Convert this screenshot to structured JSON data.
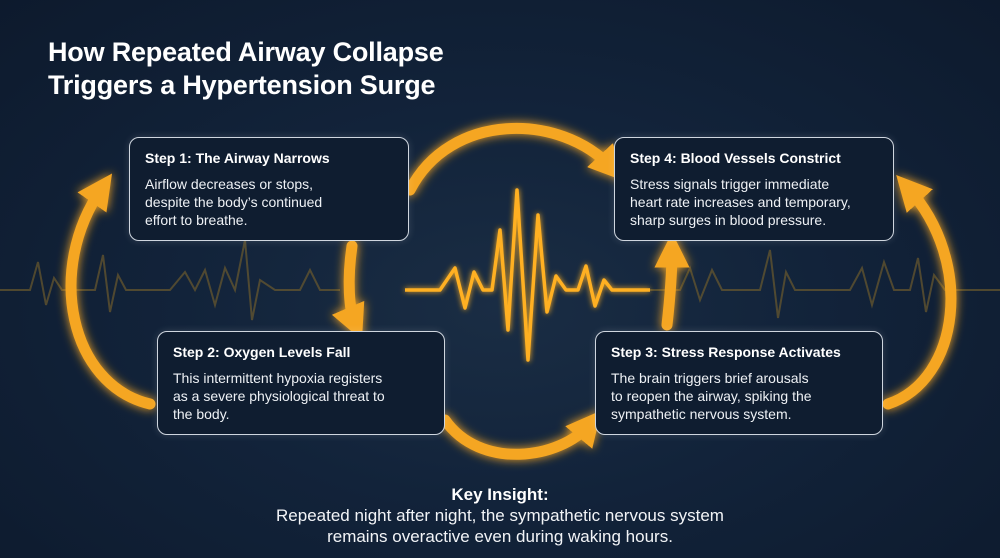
{
  "title": {
    "line1": "How Repeated Airway Collapse",
    "line2": "Triggers a Hypertension Surge"
  },
  "steps": [
    {
      "title": "Step 1: The Airway Narrows",
      "lines": [
        "Airflow decreases or stops,",
        "despite the body’s continued",
        "effort to breathe."
      ]
    },
    {
      "title": "Step 2: Oxygen Levels Fall",
      "lines": [
        "This intermittent hypoxia registers",
        "as a severe physiological threat to",
        "the body."
      ]
    },
    {
      "title": "Step 3: Stress Response Activates",
      "lines": [
        "The brain triggers brief arousals",
        "to reopen the airway, spiking the",
        "sympathetic nervous system."
      ]
    },
    {
      "title": "Step 4: Blood Vessels Constrict",
      "lines": [
        "Stress signals trigger immediate",
        "heart rate increases and temporary,",
        "sharp surges in blood pressure."
      ]
    }
  ],
  "insight": {
    "title": "Key Insight:",
    "line1": "Repeated night after night, the sympathetic nervous system",
    "line2": "remains overactive even during waking hours."
  },
  "colors": {
    "background": "#12233a",
    "arrow": "#f5a623",
    "ecg": "#ffb020",
    "box_border": "#cfd6df"
  }
}
